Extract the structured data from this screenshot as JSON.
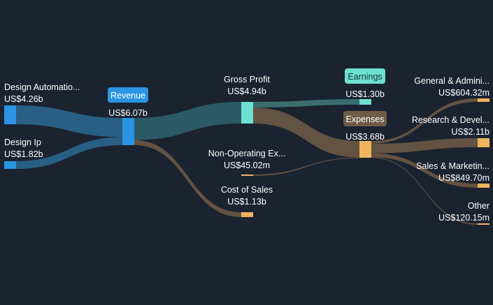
{
  "chart_data": {
    "type": "sankey",
    "units": "US$",
    "colors": {
      "background": "#1b2230",
      "revenue": "#2b95e3",
      "revenue_flow": "#2c6a93",
      "profit": "#6ee0d0",
      "profit_flow": "#3f7a7b",
      "expense": "#efb55c",
      "expense_flow": "#6e5c45",
      "label": "#ffffff",
      "expenses_badge": "#6e5c45"
    },
    "nodes": [
      {
        "id": "design_automation",
        "label": "Design Automatio...",
        "value_label": "US$4.26b",
        "value": 4.26,
        "kind": "revenue"
      },
      {
        "id": "design_ip",
        "label": "Design Ip",
        "value_label": "US$1.82b",
        "value": 1.82,
        "kind": "revenue"
      },
      {
        "id": "revenue",
        "label": "Revenue",
        "value_label": "US$6.07b",
        "value": 6.07,
        "kind": "revenue",
        "badge": true
      },
      {
        "id": "gross_profit",
        "label": "Gross Profit",
        "value_label": "US$4.94b",
        "value": 4.94,
        "kind": "profit"
      },
      {
        "id": "cost_of_sales",
        "label": "Cost of Sales",
        "value_label": "US$1.13b",
        "value": 1.13,
        "kind": "expense"
      },
      {
        "id": "non_operating",
        "label": "Non-Operating Ex...",
        "value_label": "US$45.02m",
        "value": 0.045,
        "kind": "expense"
      },
      {
        "id": "earnings",
        "label": "Earnings",
        "value_label": "US$1.30b",
        "value": 1.3,
        "kind": "profit",
        "badge": true
      },
      {
        "id": "expenses",
        "label": "Expenses",
        "value_label": "US$3.68b",
        "value": 3.68,
        "kind": "expense",
        "badge": true
      },
      {
        "id": "g_and_a",
        "label": "General & Admini...",
        "value_label": "US$604.32m",
        "value": 0.604,
        "kind": "expense"
      },
      {
        "id": "r_and_d",
        "label": "Research & Devel...",
        "value_label": "US$2.11b",
        "value": 2.11,
        "kind": "expense"
      },
      {
        "id": "s_and_m",
        "label": "Sales & Marketin...",
        "value_label": "US$849.70m",
        "value": 0.85,
        "kind": "expense"
      },
      {
        "id": "other",
        "label": "Other",
        "value_label": "US$120.15m",
        "value": 0.12,
        "kind": "expense"
      }
    ],
    "links": [
      {
        "source": "design_automation",
        "target": "revenue",
        "value": 4.26
      },
      {
        "source": "design_ip",
        "target": "revenue",
        "value": 1.82
      },
      {
        "source": "revenue",
        "target": "gross_profit",
        "value": 4.94
      },
      {
        "source": "revenue",
        "target": "cost_of_sales",
        "value": 1.13
      },
      {
        "source": "gross_profit",
        "target": "earnings",
        "value": 1.3
      },
      {
        "source": "gross_profit",
        "target": "expenses",
        "value": 3.68
      },
      {
        "source": "non_operating",
        "target": "expenses",
        "value": 0.045
      },
      {
        "source": "expenses",
        "target": "g_and_a",
        "value": 0.604
      },
      {
        "source": "expenses",
        "target": "r_and_d",
        "value": 2.11
      },
      {
        "source": "expenses",
        "target": "s_and_m",
        "value": 0.85
      },
      {
        "source": "expenses",
        "target": "other",
        "value": 0.12
      }
    ]
  }
}
